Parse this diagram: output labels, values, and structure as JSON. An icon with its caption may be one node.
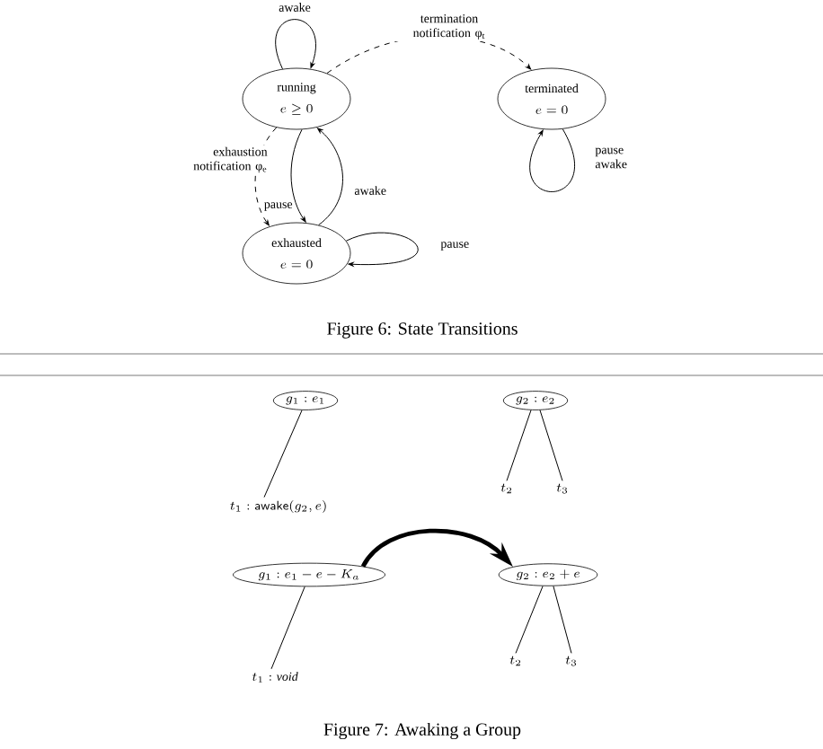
{
  "diagram": {
    "nodes": [
      {
        "text": [
          "running",
          "e \\geq 0"
        ]
      },
      {
        "text": [
          "terminated",
          "e = 0"
        ]
      },
      {
        "text": [
          "exhausted",
          "e = 0"
        ]
      },
      {
        "text": [
          "g_1 : e_1"
        ]
      },
      {
        "text": [
          "g_2 : e_2"
        ]
      },
      {
        "text": [
          "t_1 : \\mathsf{awake}(g_2, e)"
        ]
      },
      {
        "text": [
          "t_2"
        ]
      },
      {
        "text": [
          "t_3"
        ]
      },
      {
        "text": [
          "g_1 : e_1 - e - K_a"
        ]
      },
      {
        "text": [
          "g_2 : e_2 + e"
        ]
      },
      {
        "text": [
          "t_1 : \\mathit{void}"
        ]
      },
      {
        "text": [
          "t_2"
        ]
      },
      {
        "text": [
          "t_3"
        ]
      }
    ],
    "edges": [
      {
        "from": 0,
        "to": 0,
        "arrow": "to",
        "label": "awake"
      },
      {
        "from": 0,
        "to": 1,
        "arrow": "to",
        "style": "dashed",
        "label": "termination notification φ$_{t}$"
      },
      {
        "from": 1,
        "to": 1,
        "arrow": "to",
        "label": "pause awake"
      },
      {
        "from": 0,
        "to": 2,
        "arrow": "to",
        "style": "dashed",
        "label": "exhaustion notification φ$_{e}$"
      },
      {
        "from": 0,
        "to": 2,
        "arrow": "to",
        "label": "pause"
      },
      {
        "from": 2,
        "to": 0,
        "arrow": "to",
        "label": "awake"
      },
      {
        "from": 2,
        "to": 2,
        "arrow": "to",
        "label": "pause"
      },
      {
        "from": 3,
        "to": 5,
        "arrow": "none"
      },
      {
        "from": 4,
        "to": 6,
        "arrow": "none"
      },
      {
        "from": 4,
        "to": 7,
        "arrow": "none"
      },
      {
        "from": 8,
        "to": 10,
        "arrow": "none"
      },
      {
        "from": 9,
        "to": 11,
        "arrow": "none"
      },
      {
        "from": 9,
        "to": 12,
        "arrow": "none"
      },
      {
        "from": 8,
        "to": 9,
        "arrow": "to",
        "style": "thick"
      }
    ],
    "labels": [
      "Figure 6: State Transitions",
      "Figure 7: Awaking a Group"
    ]
  }
}
